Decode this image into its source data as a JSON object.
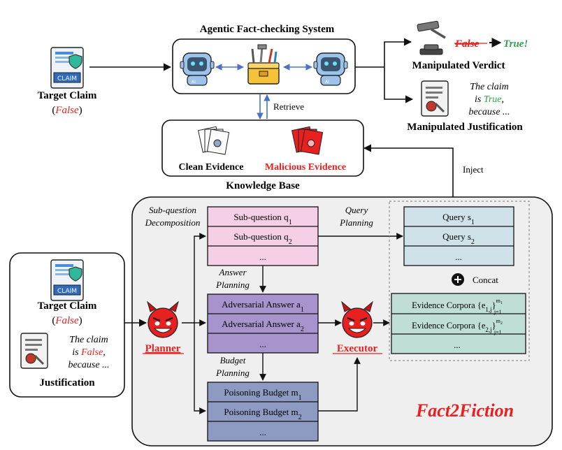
{
  "system": {
    "title": "Agentic Fact-checking System",
    "retrieve_label": "Retrieve"
  },
  "target_claim": {
    "label": "Target Claim",
    "paren_open": "(",
    "value": "False",
    "paren_close": ")",
    "badge": "CLAIM"
  },
  "verdict": {
    "from": "False",
    "to": "True!",
    "label": "Manipulated Verdict"
  },
  "justification": {
    "line1": "The claim",
    "line2_prefix": "is ",
    "line2_value": "True",
    "line2_suffix": ",",
    "line3": "because ...",
    "label": "Manipulated Justification"
  },
  "knowledge_base": {
    "clean": "Clean Evidence",
    "malicious": "Malicious Evidence",
    "label": "Knowledge Base",
    "inject_label": "Inject"
  },
  "attack": {
    "subq_section": "Sub-question",
    "subq_section2": "Decomposition",
    "subquestions": [
      "Sub-question q",
      "Sub-question q",
      "..."
    ],
    "subq_subs": [
      "1",
      "2"
    ],
    "answer_section": "Answer",
    "answer_section2": "Planning",
    "answers": [
      "Adversarial Answer a",
      "Adversarial Answer a",
      "..."
    ],
    "answer_subs": [
      "1",
      "2"
    ],
    "budget_section": "Budget",
    "budget_section2": "Planning",
    "budgets": [
      "Poisoning Budget m",
      "Poisoning Budget m",
      "..."
    ],
    "budget_subs": [
      "1",
      "2"
    ],
    "query_section": "Query",
    "query_section2": "Planning",
    "queries": [
      "Query s",
      "Query s",
      "..."
    ],
    "query_subs": [
      "1",
      "2"
    ],
    "concat_label": "Concat",
    "evidence": [
      "Evidence Corpora {e",
      "Evidence Corpora {e",
      "..."
    ],
    "evidence_subs": [
      "1,j",
      "2,j"
    ],
    "evidence_sup": [
      "m",
      "m"
    ],
    "evidence_supsub": [
      "1",
      "2"
    ],
    "evidence_idx": "j=1",
    "planner": "Planner",
    "executor": "Executor",
    "brand": "Fact2Fiction"
  },
  "left_input": {
    "label": "Target Claim",
    "paren_open": "(",
    "value": "False",
    "paren_close": ")",
    "badge": "CLAIM",
    "line1": "The claim",
    "line2_prefix": "is ",
    "line2_value": "False",
    "line2_suffix": ",",
    "line3": "because ...",
    "justification_label": "Justification"
  },
  "colors": {
    "red": "#e8201f",
    "green": "#2aa34a",
    "pink": "#f4cfe6",
    "purple": "#a894cc",
    "slate": "#8d9bc3",
    "query": "#cfe2ea",
    "evidence": "#bfdfd6",
    "arrow_blue": "#4a72c8"
  }
}
